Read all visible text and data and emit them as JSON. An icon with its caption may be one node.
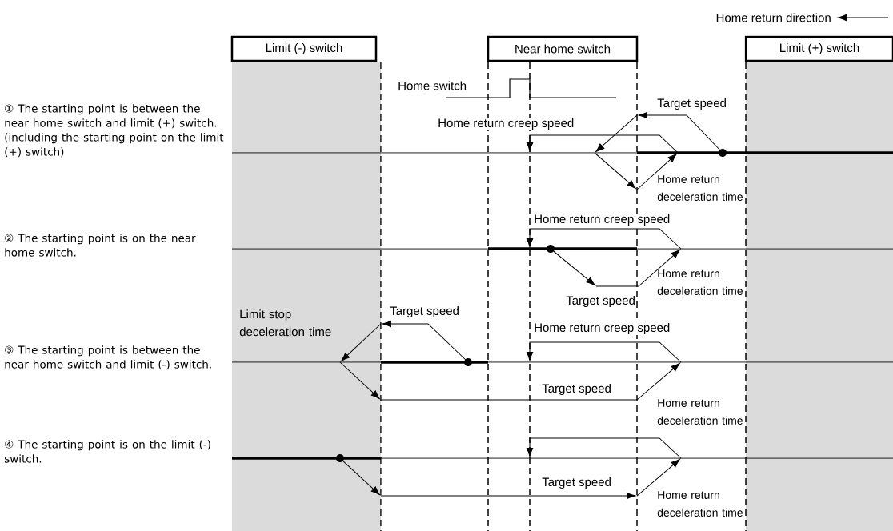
{
  "diagram": {
    "nodes": [
      {
        "text": [
          "Limit (-) switch"
        ]
      },
      {
        "text": [
          "Near home switch"
        ]
      },
      {
        "text": [
          "Limit (+) switch"
        ]
      }
    ],
    "labels": [
      "Home return direction",
      "① The starting point is between the near home switch and limit (+) switch. (including the starting point on the limit (+) switch)",
      "Home switch",
      "Target speed",
      "Home return creep speed",
      "Home return deceleration time",
      "Home return creep speed",
      "② The starting point is on the near home switch.",
      "Target speed",
      "Home return deceleration time",
      "Limit stop deceleration time",
      "Target speed",
      "Home return creep speed",
      "③ The starting point is between the near home switch and limit (-) switch.",
      "Target speed",
      "Home return deceleration time",
      "④ The starting point is on the limit (-) switch.",
      "Target speed",
      "Home return deceleration time"
    ]
  }
}
